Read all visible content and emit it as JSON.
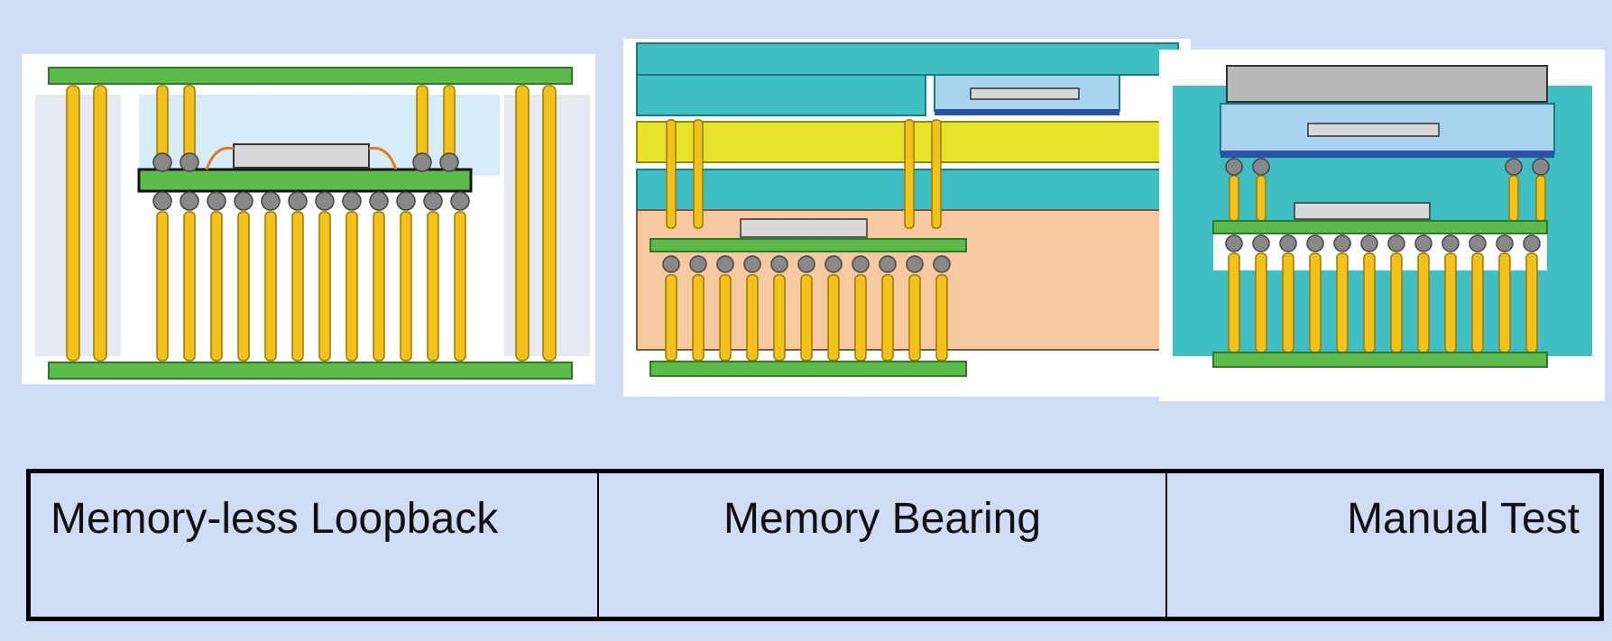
{
  "diagrams": [
    {
      "icon": "memory-less-loopback-socket-diagram"
    },
    {
      "icon": "memory-bearing-socket-diagram"
    },
    {
      "icon": "manual-test-socket-diagram"
    }
  ],
  "captions": {
    "col1": "Memory-less Loopback",
    "col2": "Memory Bearing",
    "col3": "Manual Test"
  },
  "colors": {
    "background": "#cfdcf6",
    "pcb_green": "#5dbb4a",
    "pin_gold": "#f2c21b",
    "teal": "#3fbfc4",
    "peach": "#f8c9a0",
    "chip_gray": "#cfcfcf"
  }
}
